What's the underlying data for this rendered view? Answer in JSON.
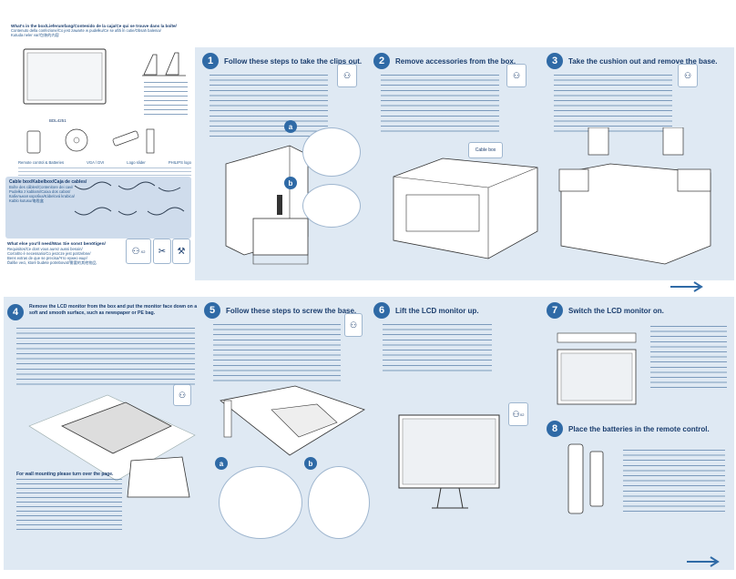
{
  "left": {
    "whats_in_box_title": "What's in the box/Lieferumfang/Contenido de la caja/Ce qui se trouve dans la boîte/",
    "whats_in_box_line2": "Contenuto della confezione/Co jest zawarte w pudełku/Ce se află în cutie/Obsah balenia/",
    "whats_in_box_line3": "Kutuda neler var/包装的内容",
    "model": "BDL4251",
    "items": [
      "Remote control & Batteries",
      "VGA / DVI",
      "Logo slider",
      "PHILIPS logo"
    ],
    "cable_box_title": "Cable box/Kabelbox/Caja de cables/",
    "cable_box_line2": "Boîte des câbles/Contenitore dei cavi/",
    "cable_box_line3": "Pudełko z kablami/Caixa dos cabos/",
    "cable_box_line4": "Кабельная коробка/Kábelová krabica/",
    "cable_box_line5": "Kablo kutusu/电缆盒",
    "what_you_need_title": "What else you'll need/Was Sie sonst benötigen/",
    "what_you_need_line2": "Requisitos/Ce dont vous aurez aussi besoin/",
    "what_you_need_line3": "Cos'altro è necessario/Co jeszcze jest potrzebne/",
    "what_you_need_line4": "Bens extras de que se precisa/Что нужно еще/",
    "what_you_need_line5": "Ďalšie veci, ktoré budete potrebovať/需要的其他物品",
    "x2_label": "X2"
  },
  "steps": [
    {
      "number": "1",
      "title": "Follow these steps to take the clips out.",
      "badge_a": "a",
      "badge_b": "b"
    },
    {
      "number": "2",
      "title": "Remove accessories from the box.",
      "cable_box_label": "Cable box"
    },
    {
      "number": "3",
      "title": "Take the cushion out and remove the base."
    },
    {
      "number": "4",
      "title": "Remove the LCD monitor from the box and put the monitor face down on a soft and smooth surface, such as newspaper or PE bag.",
      "footer_title": "For wall mounting please turn over the page."
    },
    {
      "number": "5",
      "title": "Follow these steps to screw the base.",
      "badge_a": "a",
      "badge_b": "b"
    },
    {
      "number": "6",
      "title": "Lift the LCD monitor up.",
      "x2_label": "X2"
    },
    {
      "number": "7",
      "title": "Switch the LCD monitor on."
    },
    {
      "number": "8",
      "title": "Place the batteries in the remote control."
    }
  ],
  "colors": {
    "panel": "#dfe9f3",
    "accent": "#2f6aa6",
    "text": "#1a3d6e"
  },
  "icons": [
    "scissors-icon",
    "screwdriver-icon",
    "next-page-arrow-icon",
    "people-lift-icon"
  ]
}
